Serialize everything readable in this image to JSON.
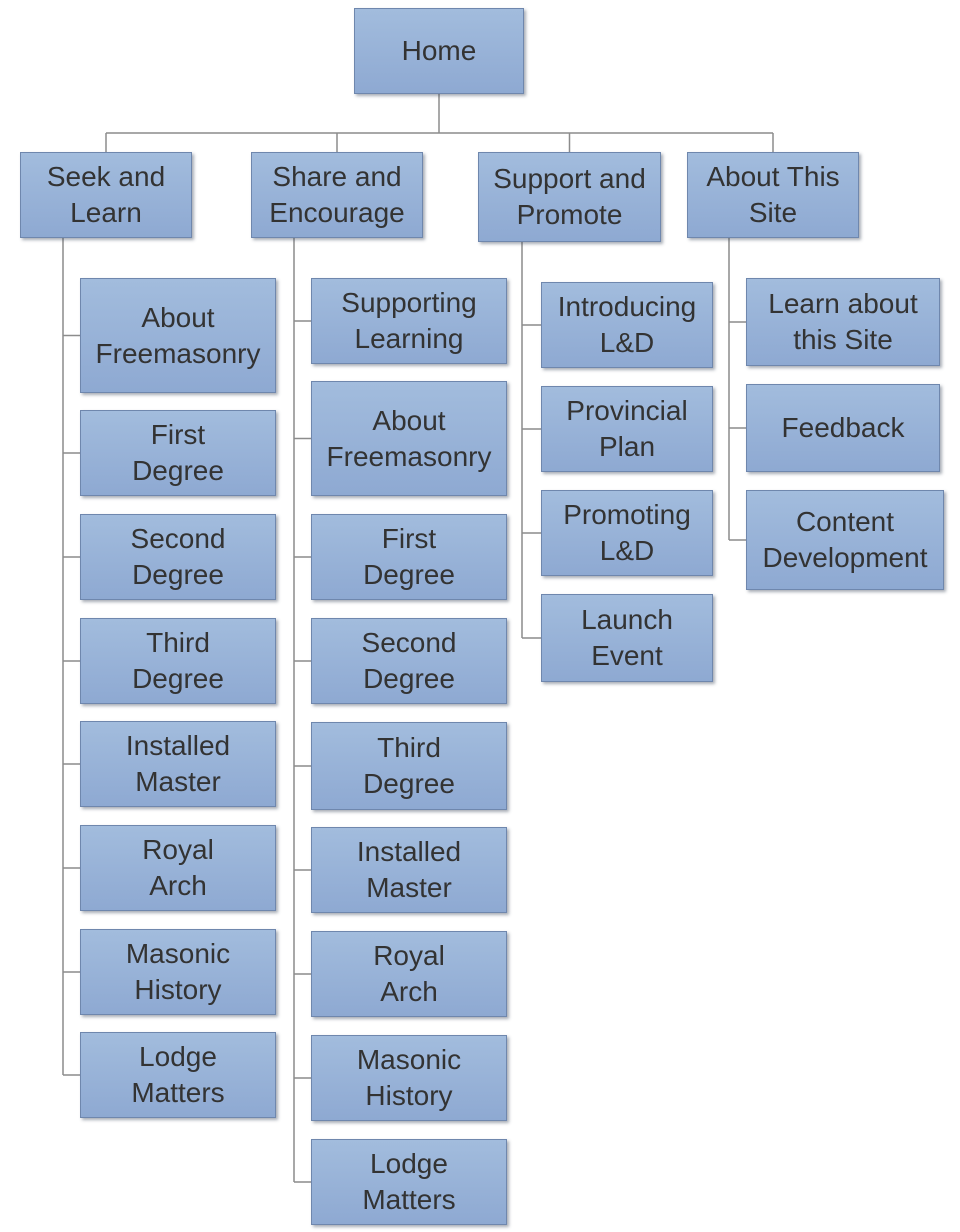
{
  "diagram": {
    "root": "Home",
    "branches": [
      {
        "label": "Seek and\nLearn",
        "children": [
          "About\nFreemasonry",
          "First\nDegree",
          "Second\nDegree",
          "Third\nDegree",
          "Installed\nMaster",
          "Royal\nArch",
          "Masonic\nHistory",
          "Lodge\nMatters"
        ]
      },
      {
        "label": "Share and\nEncourage",
        "children": [
          "Supporting\nLearning",
          "About\nFreemasonry",
          "First\nDegree",
          "Second\nDegree",
          "Third\nDegree",
          "Installed\nMaster",
          "Royal\nArch",
          "Masonic\nHistory",
          "Lodge\nMatters"
        ]
      },
      {
        "label": "Support and\nPromote",
        "children": [
          "Introducing\nL&D",
          "Provincial\nPlan",
          "Promoting\nL&D",
          "Launch\nEvent"
        ]
      },
      {
        "label": "About This\nSite",
        "children": [
          "Learn about\nthis Site",
          "Feedback",
          "Content\nDevelopment"
        ]
      }
    ]
  },
  "colors": {
    "box_fill": "#95b0d6",
    "box_border": "#6f87ad",
    "connector": "#8c8c8c",
    "text": "#333333"
  }
}
